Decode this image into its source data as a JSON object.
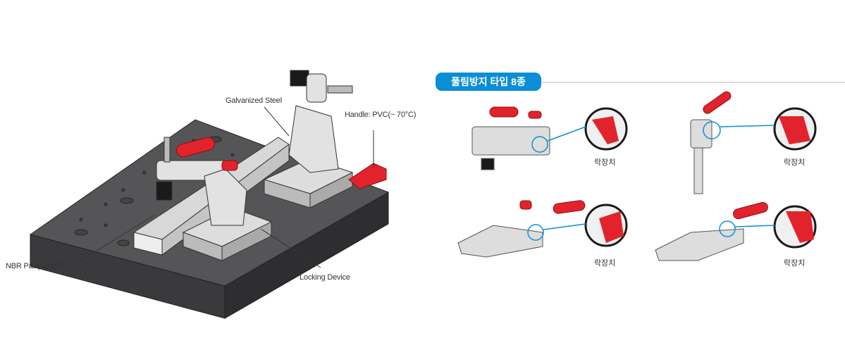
{
  "left_diagram": {
    "labels": {
      "galvanized": "Galvanized Steel",
      "handle": "Handle: PVC(~ 70°C)",
      "nbr": "NBR Pad(~100°C)",
      "locking": "Locking Device"
    }
  },
  "right_panel": {
    "title": "풀림방지 타입 8종",
    "items": [
      {
        "caption": "락장치"
      },
      {
        "caption": "락장치"
      },
      {
        "caption": "락장치"
      },
      {
        "caption": "락장치"
      }
    ]
  },
  "colors": {
    "accent": "#0b8ed6",
    "handle_red": "#e3232b",
    "plate": "#4a4a4c"
  }
}
